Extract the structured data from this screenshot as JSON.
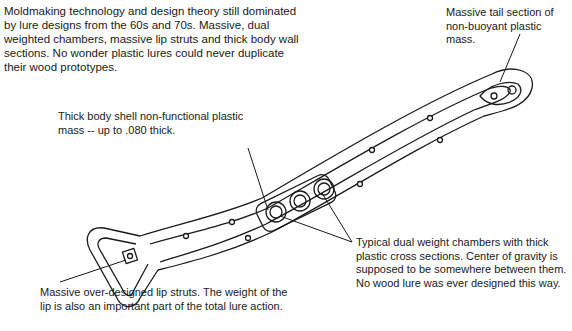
{
  "diagram": {
    "labels": [
      "Moldmaking technology and design theory still dominated by lure designs from the 60s and 70s. Massive, dual weighted chambers, massive lip struts and thick body wall sections. No wonder plastic lures could never duplicate their wood prototypes.",
      "Massive tail section of non-buoyant plastic mass.",
      "Thick body shell non-functional plastic mass -- up to .080 thick.",
      "Typical dual weight chambers with thick plastic cross sections. Center of gravity is supposed to be somewhere between them. No wood lure was ever designed this way.",
      "Massive over-designed lip struts. The weight of the lip is also an important part of the total lure action."
    ]
  }
}
